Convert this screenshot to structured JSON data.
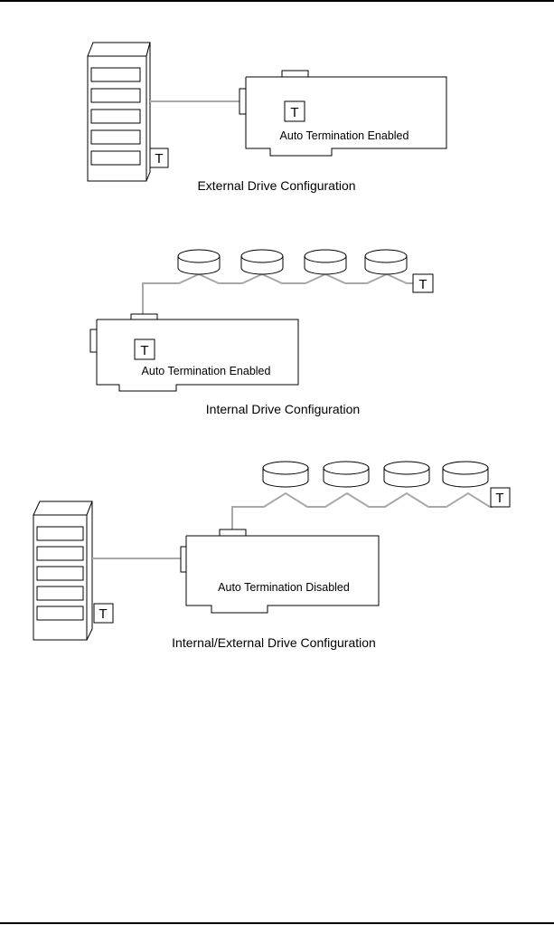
{
  "diagrams": [
    {
      "id": "external",
      "caption": "External Drive Configuration",
      "card_label": "Auto Termination Enabled",
      "card_terminator": "T",
      "tower_terminator": "T",
      "has_tower": true,
      "disk_count": 0
    },
    {
      "id": "internal",
      "caption": "Internal Drive Configuration",
      "card_label": "Auto Termination Enabled",
      "card_terminator": "T",
      "chain_terminator": "T",
      "has_tower": false,
      "disk_count": 4
    },
    {
      "id": "internal-external",
      "caption": "Internal/External Drive Configuration",
      "card_label": "Auto Termination Disabled",
      "chain_terminator": "T",
      "tower_terminator": "T",
      "has_tower": true,
      "disk_count": 4
    }
  ],
  "colors": {
    "line": "#000000",
    "cable": "#a8a8a8"
  }
}
